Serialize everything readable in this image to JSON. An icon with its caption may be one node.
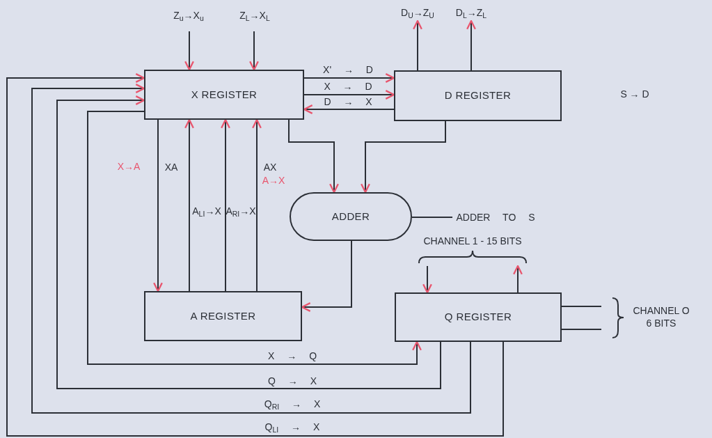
{
  "diagram": {
    "nodes": [
      {
        "text": [
          "X REGISTER"
        ]
      },
      {
        "text": [
          "D REGISTER"
        ]
      },
      {
        "text": [
          "ADDER"
        ]
      },
      {
        "text": [
          "A REGISTER"
        ]
      },
      {
        "text": [
          "Q REGISTER"
        ]
      },
      {
        "text": [
          "CHANNEL 1 - 15 BITS"
        ]
      },
      {
        "text": [
          "CHANNEL O 6 BITS"
        ]
      }
    ],
    "edges": [
      {
        "from": null,
        "to": 0,
        "arrow": "to",
        "label": "Z$_{u}$→X$_{u}$"
      },
      {
        "from": null,
        "to": 0,
        "arrow": "to",
        "label": "Z$_{L}$→X$_{L}$"
      },
      {
        "from": 1,
        "to": null,
        "arrow": "to",
        "label": "D$_{U}$→Z$_{U}$"
      },
      {
        "from": 1,
        "to": null,
        "arrow": "to",
        "label": "D$_{L}$→Z$_{L}$"
      },
      {
        "from": 0,
        "to": 1,
        "arrow": "to",
        "label": "X' → D"
      },
      {
        "from": 0,
        "to": 1,
        "arrow": "to",
        "label": "X → D"
      },
      {
        "from": 1,
        "to": 0,
        "arrow": "to",
        "label": "D → X"
      },
      {
        "from": 0,
        "to": 2,
        "arrow": "to"
      },
      {
        "from": 1,
        "to": 2,
        "arrow": "to"
      },
      {
        "from": 0,
        "to": 3,
        "arrow": "to",
        "label": "XA"
      },
      {
        "from": 3,
        "to": 0,
        "arrow": "to",
        "label": "A$_{LI}$→X"
      },
      {
        "from": 3,
        "to": 0,
        "arrow": "to",
        "label": "A$_{RI}$→X"
      },
      {
        "from": 3,
        "to": 0,
        "arrow": "to",
        "label": "AX"
      },
      {
        "from": 2,
        "to": 3,
        "arrow": "to"
      },
      {
        "from": 2,
        "to": null,
        "arrow": "none",
        "label": "ADDER TO S"
      },
      {
        "from": 5,
        "to": 4,
        "arrow": "to"
      },
      {
        "from": 4,
        "to": 5,
        "arrow": "to"
      },
      {
        "from": 4,
        "to": 6,
        "arrow": "none"
      },
      {
        "from": 4,
        "to": 6,
        "arrow": "none"
      },
      {
        "from": 0,
        "to": 4,
        "arrow": "to",
        "label": "X → Q"
      },
      {
        "from": 4,
        "to": 0,
        "arrow": "to",
        "label": "Q → X"
      },
      {
        "from": 4,
        "to": 0,
        "arrow": "to",
        "label": "Q$_{RI}$ → X"
      },
      {
        "from": 4,
        "to": 0,
        "arrow": "to",
        "label": "Q$_{LI}$ → X"
      }
    ],
    "labels": [
      "S → D",
      "X→A",
      "A→X"
    ]
  }
}
